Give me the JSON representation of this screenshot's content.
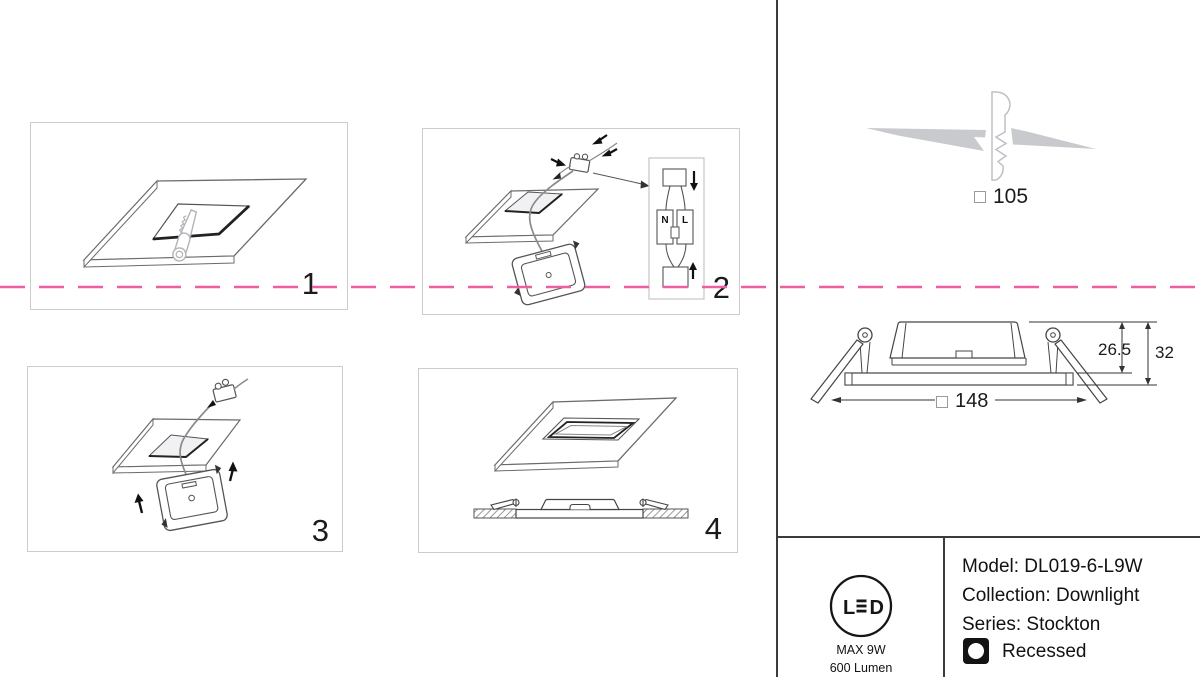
{
  "colors": {
    "cut_line": "#ee5fa2",
    "line_art": "#555555",
    "ceiling_gray": "#c9cace"
  },
  "panels": [
    {
      "number": "1"
    },
    {
      "number": "2"
    },
    {
      "number": "3"
    },
    {
      "number": "4"
    }
  ],
  "wiring": {
    "neutral_label": "N",
    "line_label": "L"
  },
  "cutout": {
    "size_label": "105"
  },
  "dimensions": {
    "recess_depth": "26.5",
    "total_height": "32",
    "width": "148"
  },
  "spec_box": {
    "led_logo": {
      "l": "L",
      "d": "D"
    },
    "max_power": "MAX 9W",
    "luminous_flux": "600 Lumen",
    "model": "Model: DL019-6-L9W",
    "collection": "Collection: Downlight",
    "series": "Series: Stockton",
    "mounting": "Recessed"
  }
}
